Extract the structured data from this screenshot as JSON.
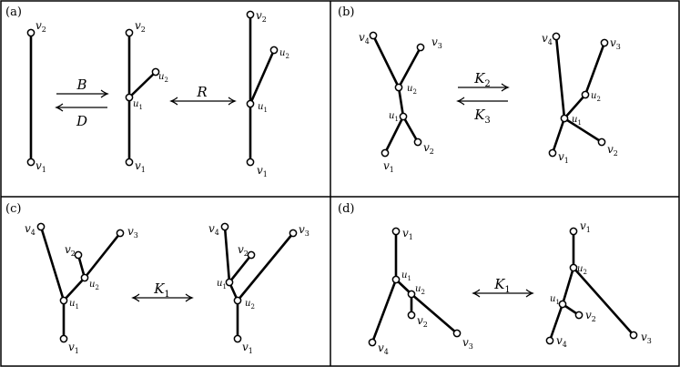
{
  "panels": [
    {
      "label": "(a)",
      "trees": [
        {
          "nodes": [
            {
              "name": "v2",
              "text": "v",
              "sub": "2"
            },
            {
              "name": "v1",
              "text": "v",
              "sub": "1"
            }
          ]
        },
        {
          "nodes": [
            {
              "name": "v2",
              "text": "v",
              "sub": "2"
            },
            {
              "name": "u2",
              "text": "u",
              "sub": "2"
            },
            {
              "name": "u1",
              "text": "u",
              "sub": "1"
            },
            {
              "name": "v1",
              "text": "v",
              "sub": "1"
            }
          ]
        },
        {
          "nodes": [
            {
              "name": "v2",
              "text": "v",
              "sub": "2"
            },
            {
              "name": "u2",
              "text": "u",
              "sub": "2"
            },
            {
              "name": "u1",
              "text": "u",
              "sub": "1"
            },
            {
              "name": "v1",
              "text": "v",
              "sub": "1"
            }
          ]
        }
      ],
      "operations": [
        {
          "label": "B"
        },
        {
          "label": "D"
        },
        {
          "label": "R"
        }
      ]
    },
    {
      "label": "(b)",
      "trees": [
        {
          "nodes": [
            {
              "name": "v4",
              "text": "v",
              "sub": "4"
            },
            {
              "name": "v3",
              "text": "v",
              "sub": "3"
            },
            {
              "name": "u2",
              "text": "u",
              "sub": "2"
            },
            {
              "name": "u1",
              "text": "u",
              "sub": "1"
            },
            {
              "name": "v1",
              "text": "v",
              "sub": "1"
            },
            {
              "name": "v2",
              "text": "v",
              "sub": "2"
            }
          ]
        },
        {
          "nodes": [
            {
              "name": "v4",
              "text": "v",
              "sub": "4"
            },
            {
              "name": "v3",
              "text": "v",
              "sub": "3"
            },
            {
              "name": "u2",
              "text": "u",
              "sub": "2"
            },
            {
              "name": "u1",
              "text": "u",
              "sub": "1"
            },
            {
              "name": "v1",
              "text": "v",
              "sub": "1"
            },
            {
              "name": "v2",
              "text": "v",
              "sub": "2"
            }
          ]
        }
      ],
      "operations": [
        {
          "label": "K",
          "sub": "2"
        },
        {
          "label": "K",
          "sub": "3"
        }
      ]
    },
    {
      "label": "(c)",
      "trees": [
        {
          "nodes": [
            {
              "name": "v4",
              "text": "v",
              "sub": "4"
            },
            {
              "name": "v3",
              "text": "v",
              "sub": "3"
            },
            {
              "name": "v2",
              "text": "v",
              "sub": "2"
            },
            {
              "name": "u2",
              "text": "u",
              "sub": "2"
            },
            {
              "name": "u1",
              "text": "u",
              "sub": "1"
            },
            {
              "name": "v1",
              "text": "v",
              "sub": "1"
            }
          ]
        },
        {
          "nodes": [
            {
              "name": "v4",
              "text": "v",
              "sub": "4"
            },
            {
              "name": "v3",
              "text": "v",
              "sub": "3"
            },
            {
              "name": "v2",
              "text": "v",
              "sub": "2"
            },
            {
              "name": "u1",
              "text": "u",
              "sub": "1"
            },
            {
              "name": "u2",
              "text": "u",
              "sub": "2"
            },
            {
              "name": "v1",
              "text": "v",
              "sub": "1"
            }
          ]
        }
      ],
      "operations": [
        {
          "label": "K",
          "sub": "1"
        }
      ]
    },
    {
      "label": "(d)",
      "trees": [
        {
          "nodes": [
            {
              "name": "v1",
              "text": "v",
              "sub": "1"
            },
            {
              "name": "u1",
              "text": "u",
              "sub": "1"
            },
            {
              "name": "u2",
              "text": "u",
              "sub": "2"
            },
            {
              "name": "v2",
              "text": "v",
              "sub": "2"
            },
            {
              "name": "v4",
              "text": "v",
              "sub": "4"
            },
            {
              "name": "v3",
              "text": "v",
              "sub": "3"
            }
          ]
        },
        {
          "nodes": [
            {
              "name": "v1",
              "text": "v",
              "sub": "1"
            },
            {
              "name": "u2",
              "text": "u",
              "sub": "2"
            },
            {
              "name": "u1",
              "text": "u",
              "sub": "1"
            },
            {
              "name": "v2",
              "text": "v",
              "sub": "2"
            },
            {
              "name": "v4",
              "text": "v",
              "sub": "4"
            },
            {
              "name": "v3",
              "text": "v",
              "sub": "3"
            }
          ]
        }
      ],
      "operations": [
        {
          "label": "K",
          "sub": "1"
        }
      ]
    }
  ]
}
